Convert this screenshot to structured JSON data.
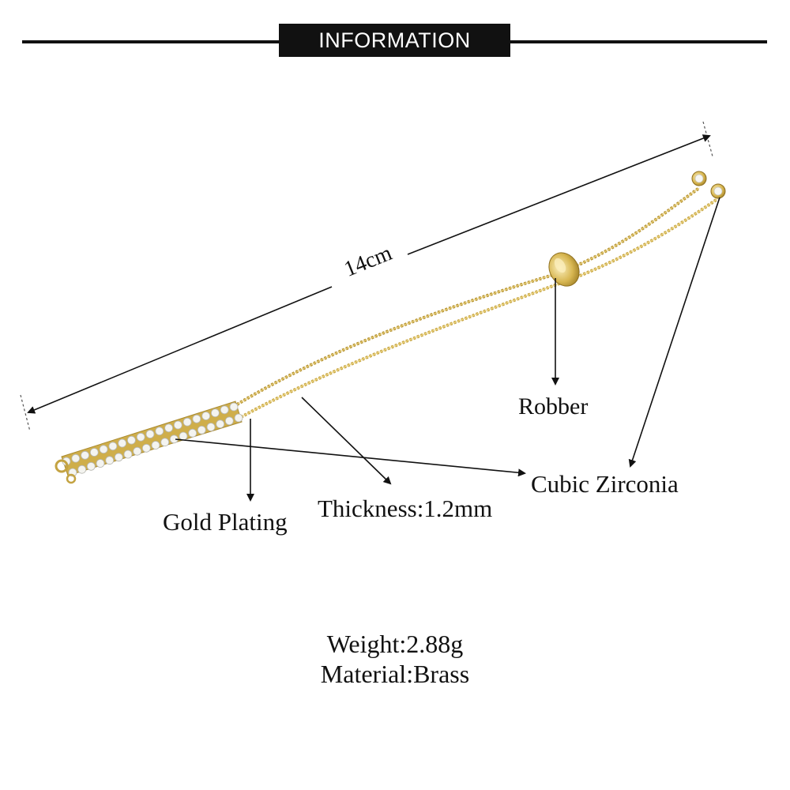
{
  "header": {
    "title": "INFORMATION"
  },
  "callouts": {
    "length": "14cm",
    "robber": "Robber",
    "cubic_zirconia": "Cubic Zirconia",
    "gold_plating": "Gold Plating",
    "thickness": "Thickness:1.2mm"
  },
  "specs": {
    "weight": "Weight:2.88g",
    "material": "Material:Brass"
  },
  "colors": {
    "gold": "#d9bd5c",
    "gold_dark": "#b89638",
    "stone": "#f4f4f0",
    "line": "#111111"
  }
}
